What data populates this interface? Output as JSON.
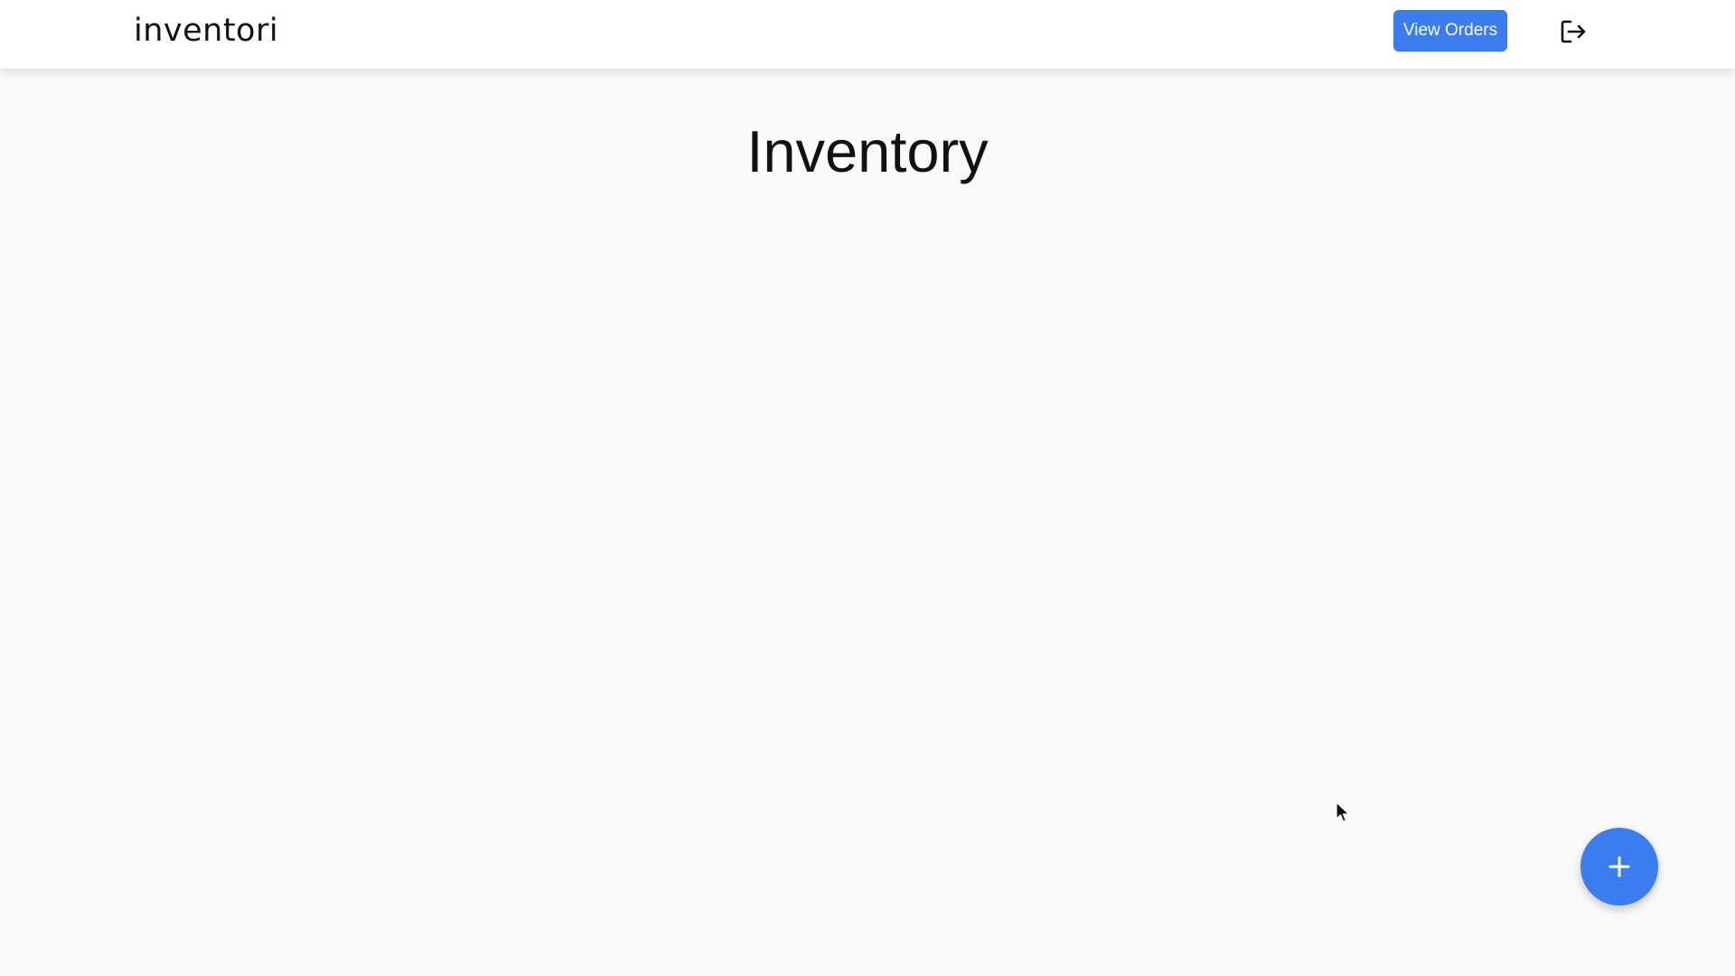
{
  "navbar": {
    "brand": "inventori",
    "view_orders_label": "View Orders",
    "logout_icon": "logout-icon"
  },
  "main": {
    "title": "Inventory"
  },
  "fab": {
    "icon": "plus-icon"
  },
  "colors": {
    "accent": "#3b7cf0",
    "background": "#fafafa",
    "navbar": "#ffffff",
    "text": "#111111"
  }
}
